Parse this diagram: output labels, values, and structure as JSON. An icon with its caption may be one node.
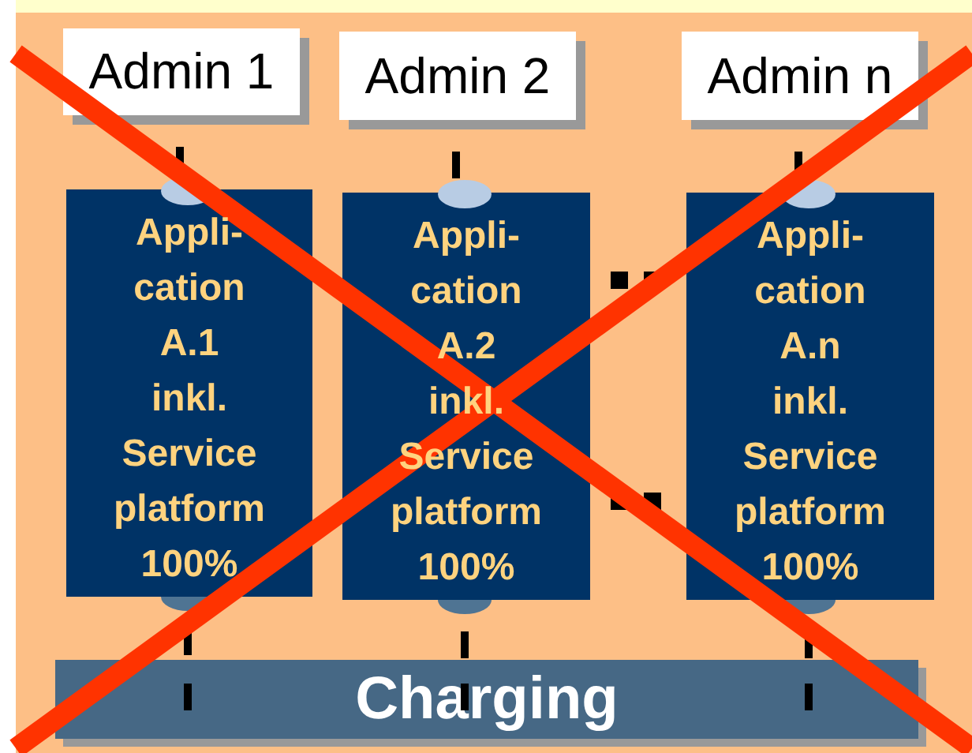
{
  "diagram": {
    "nodes": [
      {
        "text": [
          "Admin 1"
        ]
      },
      {
        "text": [
          "Admin 2"
        ]
      },
      {
        "text": [
          "Admin n"
        ]
      },
      {
        "text": [
          "Appli- cation A.1 inkl. Service platform 100%"
        ]
      },
      {
        "text": [
          "Appli- cation A.2 inkl. Service platform 100%"
        ]
      },
      {
        "text": [
          "Appli- cation A.n inkl. Service platform 100%"
        ]
      },
      {
        "text": [
          "Charging"
        ]
      }
    ],
    "edges": [
      {
        "from": 0,
        "to": 3,
        "arrow": "none",
        "style": "dashed"
      },
      {
        "from": 1,
        "to": 4,
        "arrow": "none",
        "style": "dashed"
      },
      {
        "from": 2,
        "to": 5,
        "arrow": "none",
        "style": "dashed"
      },
      {
        "from": 3,
        "to": 6,
        "arrow": "none",
        "style": "dashed"
      },
      {
        "from": 4,
        "to": 6,
        "arrow": "none",
        "style": "dashed"
      },
      {
        "from": 5,
        "to": 6,
        "arrow": "none",
        "style": "dashed"
      }
    ]
  }
}
